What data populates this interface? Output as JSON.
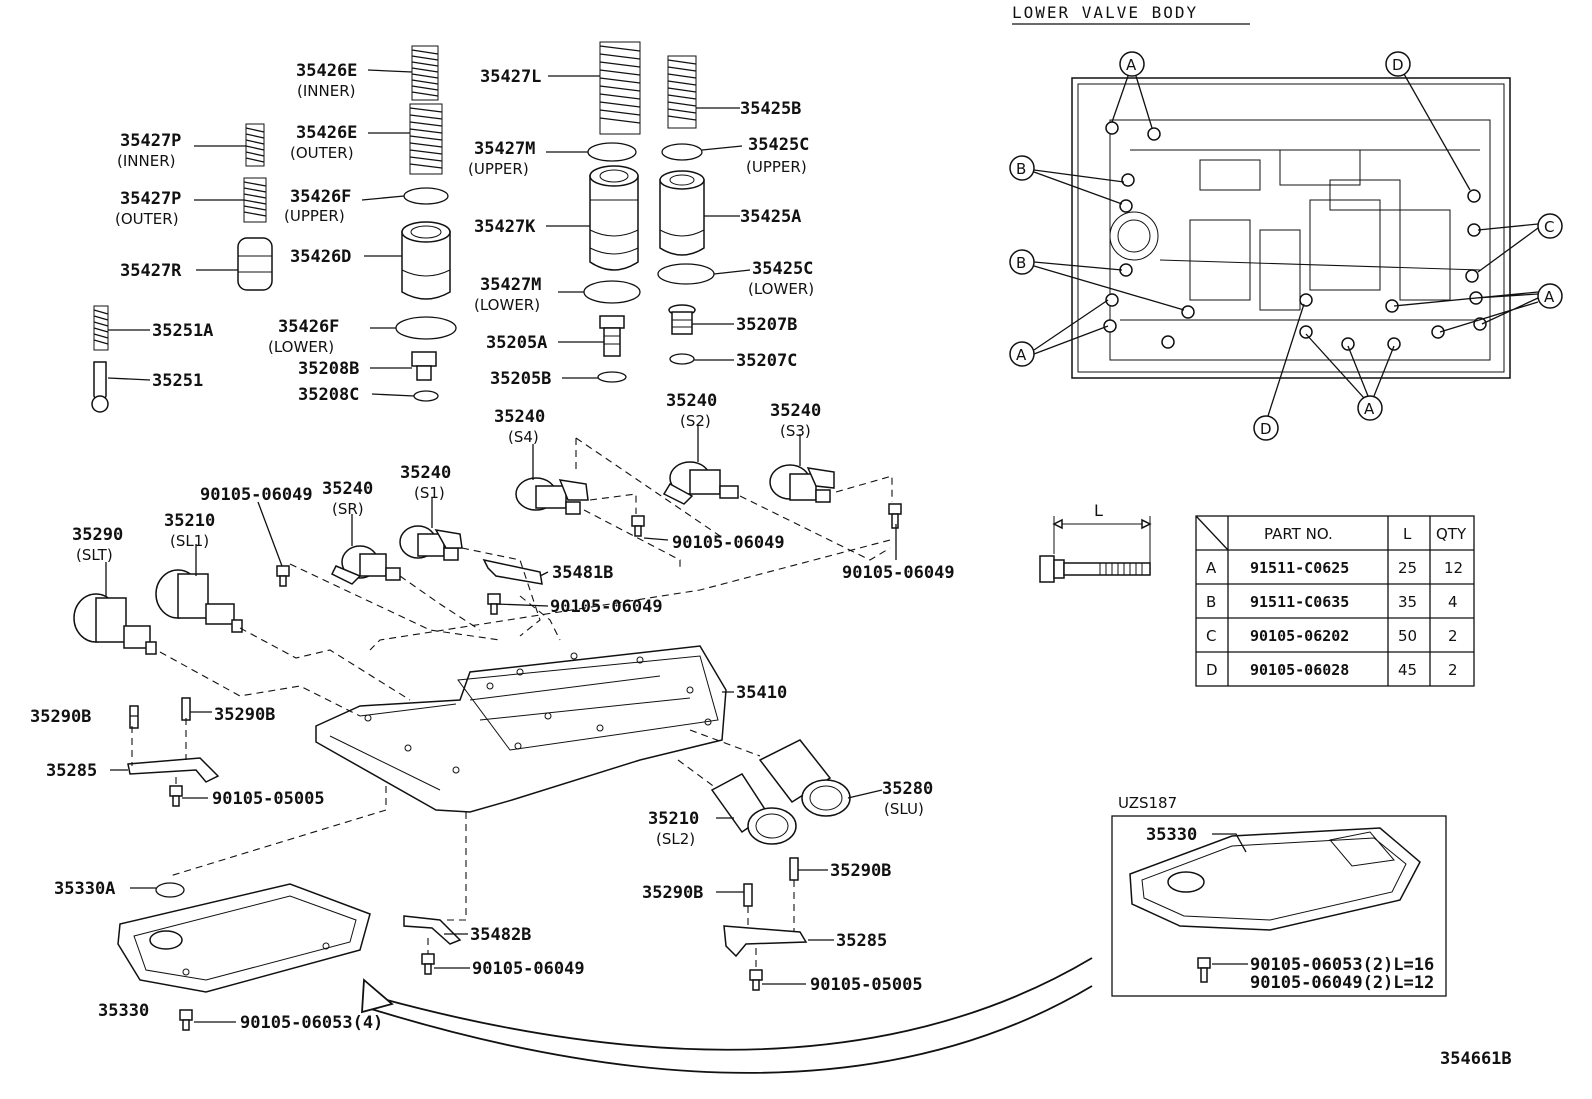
{
  "header": {
    "title": "LOWER VALVE BODY"
  },
  "drawing_code": "354661B",
  "labels": {
    "p35426E_inner": "35426E",
    "p35426E_inner_sub": "(INNER)",
    "p35426E_outer": "35426E",
    "p35426E_outer_sub": "(OUTER)",
    "p35426F_upper": "35426F",
    "p35426F_upper_sub": "(UPPER)",
    "p35426D": "35426D",
    "p35426F_lower": "35426F",
    "p35426F_lower_sub": "(LOWER)",
    "p35208B": "35208B",
    "p35208C": "35208C",
    "p35427P_inner": "35427P",
    "p35427P_inner_sub": "(INNER)",
    "p35427P_outer": "35427P",
    "p35427P_outer_sub": "(OUTER)",
    "p35427R": "35427R",
    "p35251A": "35251A",
    "p35251": "35251",
    "p35427L": "35427L",
    "p35427M_upper": "35427M",
    "p35427M_upper_sub": "(UPPER)",
    "p35427K": "35427K",
    "p35427M_lower": "35427M",
    "p35427M_lower_sub": "(LOWER)",
    "p35205A": "35205A",
    "p35205B": "35205B",
    "p35425B": "35425B",
    "p35425C_upper": "35425C",
    "p35425C_upper_sub": "(UPPER)",
    "p35425A": "35425A",
    "p35425C_lower": "35425C",
    "p35425C_lower_sub": "(LOWER)",
    "p35207B": "35207B",
    "p35207C": "35207C",
    "p35240_s4": "35240",
    "p35240_s4_sub": "(S4)",
    "p35240_s2": "35240",
    "p35240_s2_sub": "(S2)",
    "p35240_s3": "35240",
    "p35240_s3_sub": "(S3)",
    "p35240_s1": "35240",
    "p35240_s1_sub": "(S1)",
    "p35240_sr": "35240",
    "p35240_sr_sub": "(SR)",
    "p35210_sl1": "35210",
    "p35210_sl1_sub": "(SL1)",
    "p35290_slt": "35290",
    "p35290_slt_sub": "(SLT)",
    "b90105_06049_a": "90105-06049",
    "b90105_06049_b": "90105-06049",
    "b90105_06049_c": "90105-06049",
    "b90105_06049_d": "90105-06049",
    "b90105_06049_e": "90105-06049",
    "p35481B": "35481B",
    "p35410": "35410",
    "p35290B_a": "35290B",
    "p35290B_b": "35290B",
    "p35285_a": "35285",
    "b90105_05005_a": "90105-05005",
    "p35280": "35280",
    "p35280_sub": "(SLU)",
    "p35210_sl2": "35210",
    "p35210_sl2_sub": "(SL2)",
    "p35290B_c": "35290B",
    "p35290B_d": "35290B",
    "p35285_b": "35285",
    "b90105_05005_b": "90105-05005",
    "p35330A": "35330A",
    "p35482B": "35482B",
    "p35330": "35330",
    "b90105_06053_4": "90105-06053(4)"
  },
  "inset": {
    "model": "UZS187",
    "part": "35330",
    "bolt_line_1": "90105-06053(2)L=16",
    "bolt_line_2": "90105-06049(2)L=12"
  },
  "callouts": {
    "a": "A",
    "b": "B",
    "c": "C",
    "d": "D"
  },
  "bolt_dimension_label": "L",
  "bolt_table": {
    "headers": [
      "PART NO.",
      "L",
      "QTY"
    ],
    "rows": [
      {
        "key": "A",
        "part_no": "91511-C0625",
        "l": "25",
        "qty": "12"
      },
      {
        "key": "B",
        "part_no": "91511-C0635",
        "l": "35",
        "qty": "4"
      },
      {
        "key": "C",
        "part_no": "90105-06202",
        "l": "50",
        "qty": "2"
      },
      {
        "key": "D",
        "part_no": "90105-06028",
        "l": "45",
        "qty": "2"
      }
    ]
  }
}
